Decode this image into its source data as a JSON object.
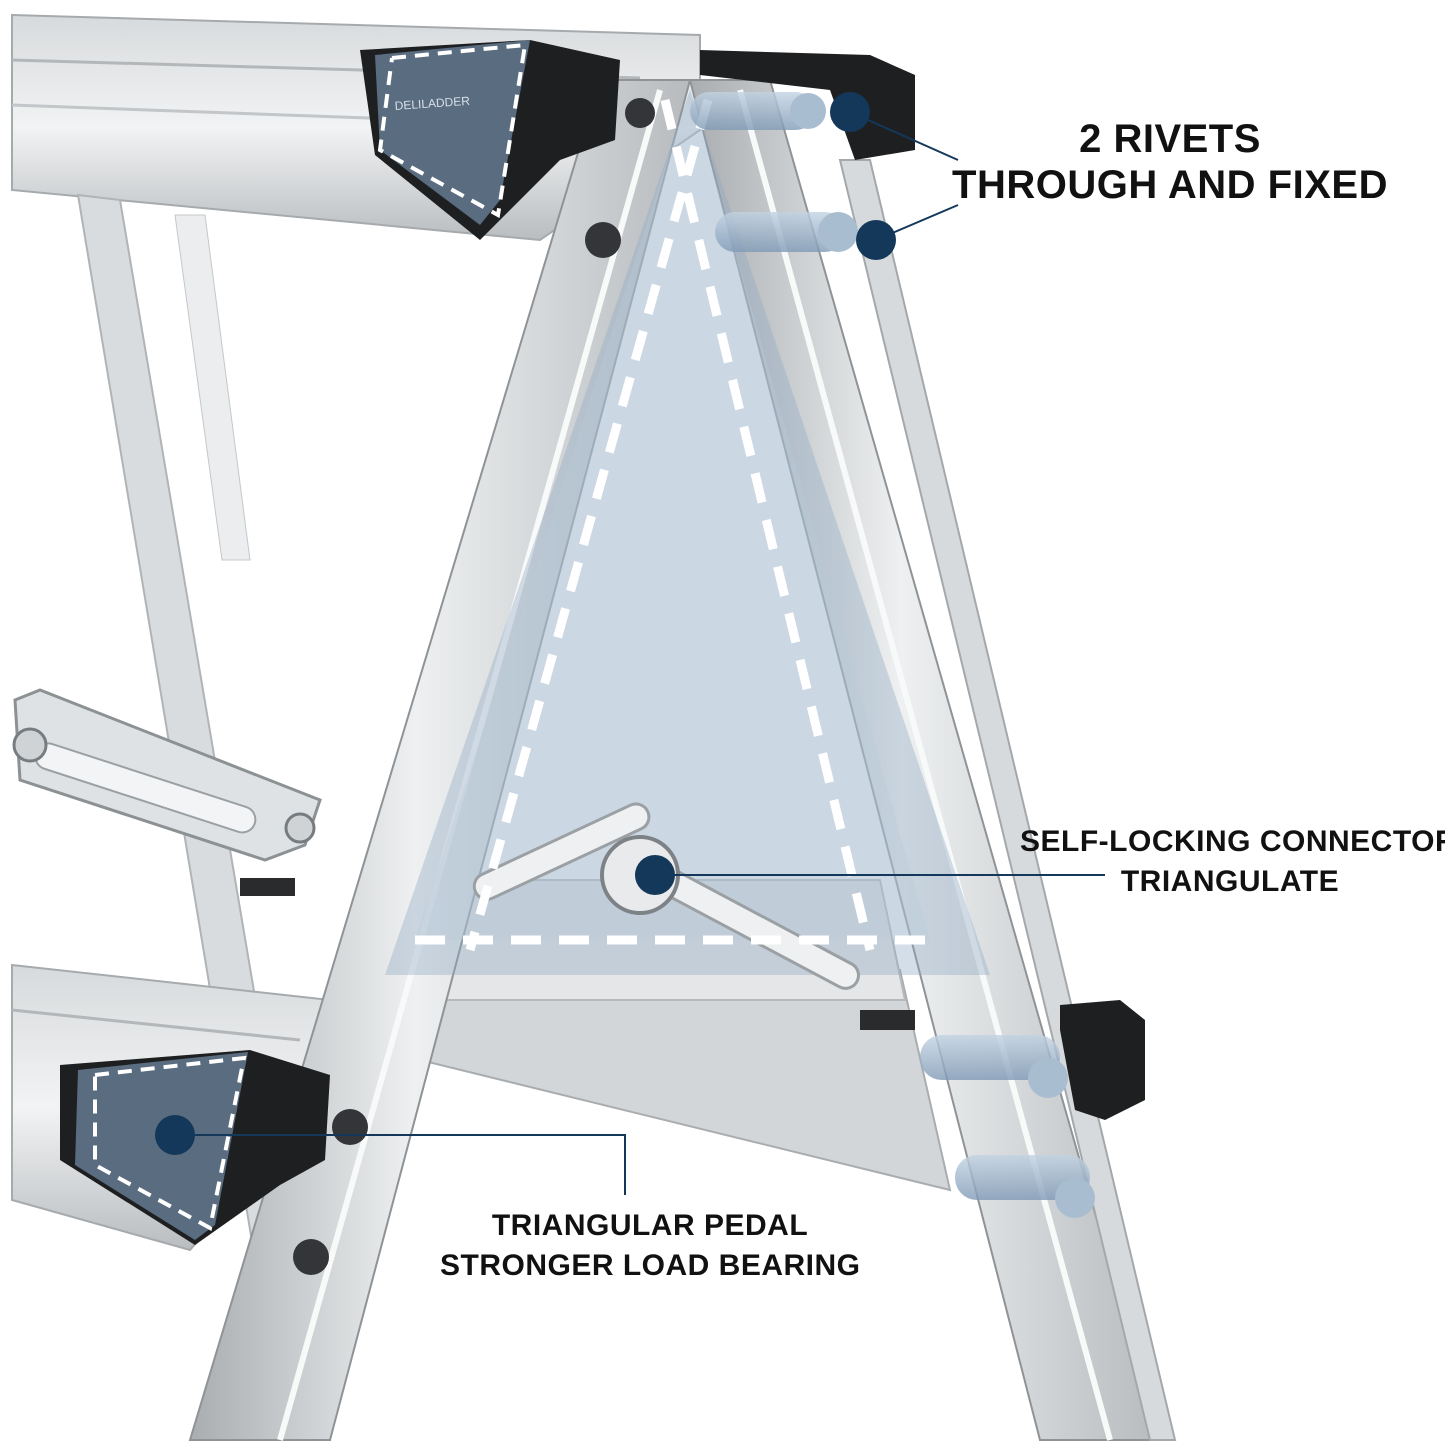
{
  "callouts": {
    "rivets": {
      "line1": "2 RIVETS",
      "line2": "THROUGH AND FIXED"
    },
    "connector": {
      "line1": "SELF-LOCKING CONNECTOR",
      "line2": "TRIANGULATE"
    },
    "pedal": {
      "line1": "TRIANGULAR PEDAL",
      "line2": "STRONGER LOAD BEARING"
    }
  },
  "brand_mark": "DELILADDER",
  "colors": {
    "background": "#ffffff",
    "aluminum": "#c9ccce",
    "aluminum_light": "#e6e8e9",
    "aluminum_dark": "#9fa3a6",
    "cap_black": "#1e1f21",
    "overlay_blue": "#8fa8c3",
    "marker_navy": "#14385a",
    "leader_line": "#14385a",
    "dash_white": "#ffffff",
    "text": "#111111"
  }
}
